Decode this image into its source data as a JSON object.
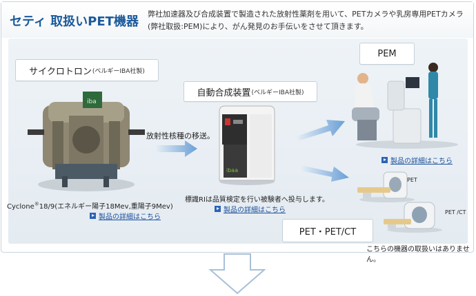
{
  "header": {
    "title": "セティ 取扱いPET機器",
    "description": "弊社加速器及び合成装置で製造された放射性薬剤を用いて、PETカメラや乳房専用PETカメラ(弊社取扱:PEM)により、がん発見のお手伝いをさせて頂きます。"
  },
  "cyclotron": {
    "label": "サイクロトロン",
    "maker": "(ベルギーIBA社製)",
    "caption_model": "Cyclone",
    "caption_reg": "®",
    "caption_spec": "18/9(エネルギー陽子18Mev,重陽子9Mev)",
    "link": "製品の詳細はこちら"
  },
  "transfer_text": "放射性核種の移送。",
  "synthesizer": {
    "label": "自動合成装置",
    "maker": "(ベルギーIBA社製)",
    "caption": "標識RIは品質検定を行い被験者へ投与します。",
    "link": "製品の詳細はこちら",
    "device_logo": "ibaa"
  },
  "pem": {
    "label": "PEM",
    "link": "製品の詳細はこちら"
  },
  "petct": {
    "label": "PET・PET/CT",
    "tag_pet": "PET",
    "tag_petct": "PET /CT",
    "note": "こちらの機器の取扱いはありません。"
  },
  "colors": {
    "title": "#1b5a9b",
    "arrow": "#6a9fd6",
    "link": "#1b4f9b"
  }
}
